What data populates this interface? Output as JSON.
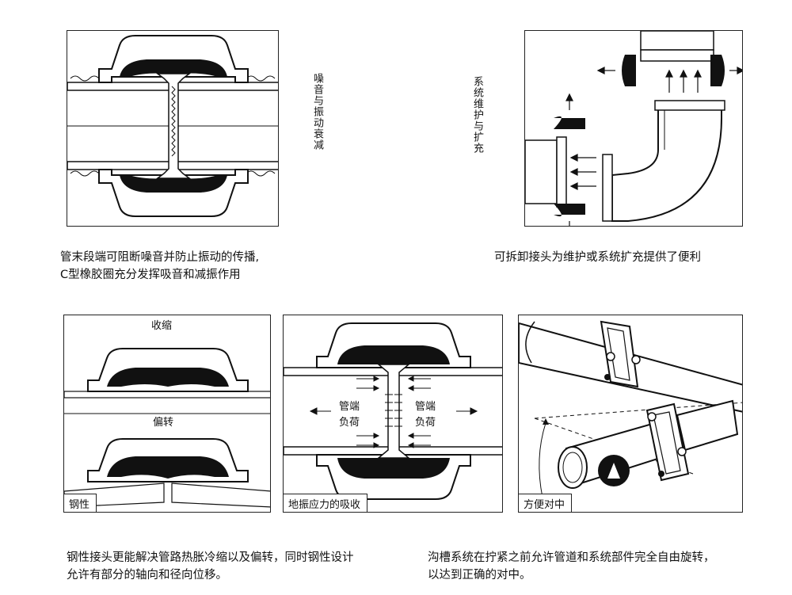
{
  "panels": {
    "noise": {
      "label": "噪音与振动衰减",
      "caption_line1": "管末段端可阻断噪音并防止振动的传播,",
      "caption_line2": "C型橡胶圈充分发挥吸音和减振作用"
    },
    "maintenance": {
      "label": "系统维护与扩充",
      "caption": "可拆卸接头为维护或系统扩充提供了便利"
    },
    "rigid": {
      "top_label": "收缩",
      "bottom_label": "偏转",
      "tag": "钢性"
    },
    "vibration": {
      "left_label_line1": "管端",
      "left_label_line2": "负荷",
      "right_label_line1": "管端",
      "right_label_line2": "负荷",
      "tag": "地振应力的吸收"
    },
    "alignment": {
      "tag": "方便对中"
    }
  },
  "captions": {
    "bottom_left_line1": "钢性接头更能解决管路热胀冷缩以及偏转，同时钢性设计",
    "bottom_left_line2": "允许有部分的轴向和径向位移。",
    "bottom_right_line1": "沟槽系统在拧紧之前允许管道和系统部件完全自由旋转，",
    "bottom_right_line2": "以达到正确的对中。"
  },
  "colors": {
    "ink": "#111111",
    "gasket": "#111111",
    "background": "#ffffff"
  }
}
